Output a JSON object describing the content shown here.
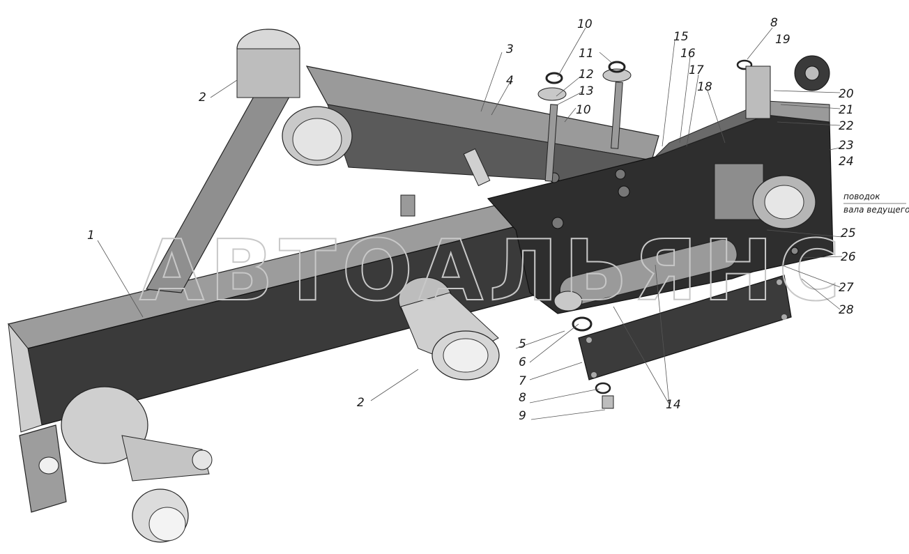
{
  "watermark": "АВТОАЛЬЯНС",
  "note": {
    "line1": "поводок",
    "line2": "вала ведущего"
  },
  "callouts": [
    "1",
    "2",
    "2",
    "3",
    "4",
    "5",
    "6",
    "7",
    "8",
    "8",
    "9",
    "10",
    "10",
    "11",
    "12",
    "13",
    "14",
    "15",
    "16",
    "17",
    "18",
    "19",
    "20",
    "21",
    "22",
    "23",
    "24",
    "25",
    "26",
    "27",
    "28"
  ]
}
